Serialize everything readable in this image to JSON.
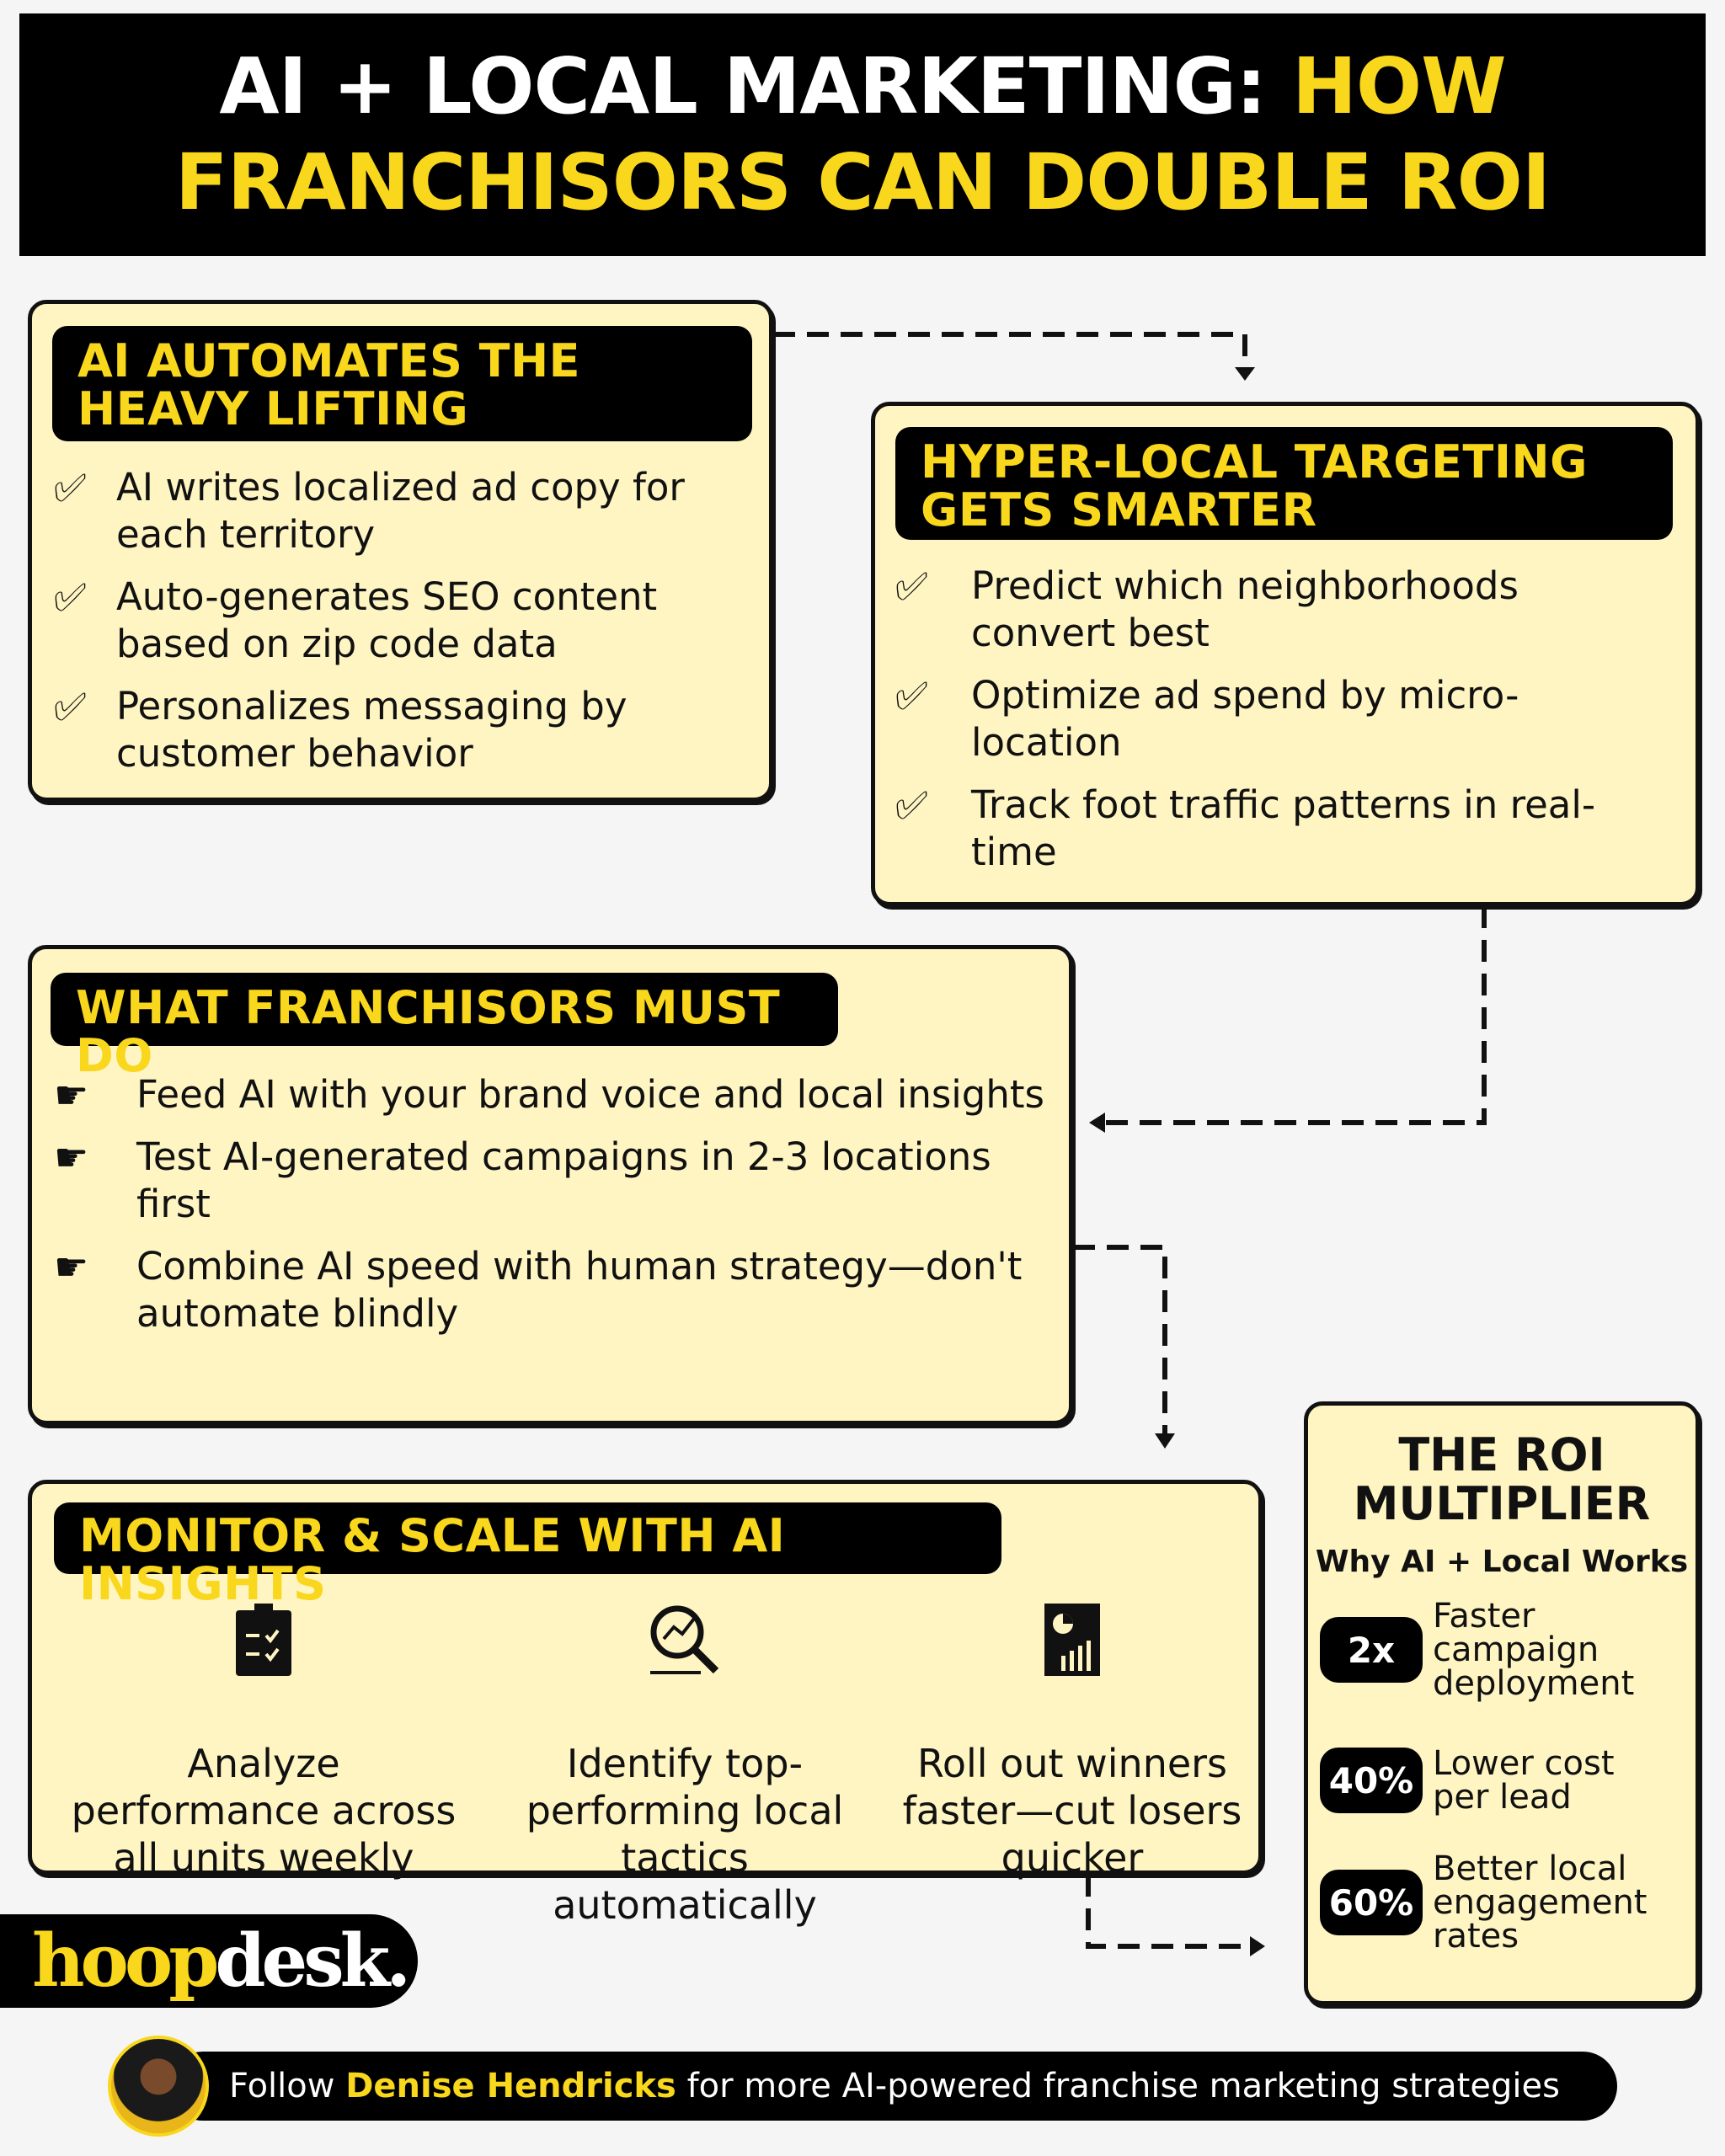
{
  "title": {
    "line1_white": "AI + LOCAL MARKETING:",
    "line1_yellow": "HOW",
    "line2_yellow": "FRANCHISORS CAN DOUBLE ROI"
  },
  "box1": {
    "heading": "AI AUTOMATES THE HEAVY LIFTING",
    "items": [
      "AI writes localized ad copy for each territory",
      "Auto-generates SEO content based on zip code data",
      "Personalizes messaging by customer behavior"
    ]
  },
  "box2": {
    "heading": "HYPER-LOCAL TARGETING GETS SMARTER",
    "items": [
      "Predict which neighborhoods convert best",
      "Optimize ad spend by micro-location",
      "Track foot traffic patterns in real-time"
    ]
  },
  "box3": {
    "heading": "WHAT FRANCHISORS MUST DO",
    "items": [
      "Feed AI with your brand voice and local insights",
      "Test AI-generated campaigns in 2-3 locations first",
      "Combine AI speed with human strategy—don't automate blindly"
    ]
  },
  "box4": {
    "heading": "MONITOR & SCALE WITH AI INSIGHTS",
    "columns": [
      {
        "icon": "clipboard-check-icon",
        "text": "Analyze performance across all units weekly"
      },
      {
        "icon": "magnifier-chart-icon",
        "text": "Identify top-performing local tactics automatically"
      },
      {
        "icon": "report-chart-icon",
        "text": "Roll out winners faster—cut losers quicker"
      }
    ]
  },
  "roi": {
    "heading": "THE ROI MULTIPLIER",
    "subheading": "Why AI + Local Works",
    "stats": [
      {
        "value": "2x",
        "label": "Faster campaign deployment"
      },
      {
        "value": "40%",
        "label": "Lower cost per lead"
      },
      {
        "value": "60%",
        "label": "Better local engagement rates"
      }
    ]
  },
  "logo": {
    "part1": "hoop",
    "part2": "desk."
  },
  "footer": {
    "prefix": "Follow",
    "name": "Denise Hendricks",
    "suffix": "for more AI-powered franchise marketing strategies"
  },
  "colors": {
    "accent": "#f9d71c",
    "card": "#fff5c2",
    "dark": "#000000"
  }
}
